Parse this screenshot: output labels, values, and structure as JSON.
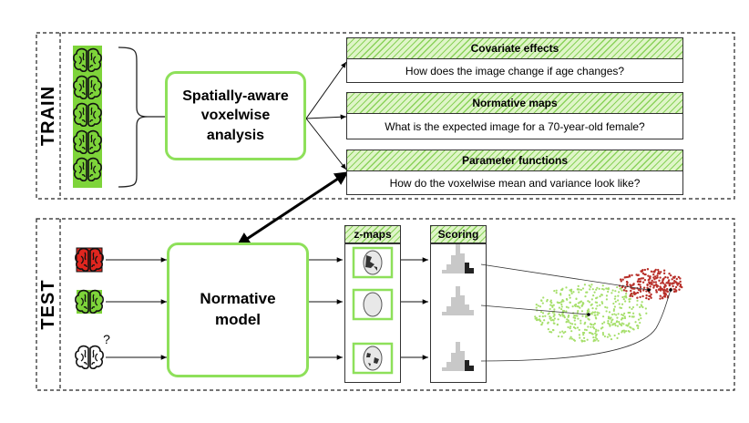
{
  "sections": {
    "train_label": "TRAIN",
    "test_label": "TEST"
  },
  "train": {
    "analysis_box": "Spatially-aware voxelwise analysis",
    "outputs": [
      {
        "title": "Covariate effects",
        "question": "How does the image change if age changes?"
      },
      {
        "title": "Normative maps",
        "question": "What is the expected image for a 70-year-old female?"
      },
      {
        "title": "Parameter functions",
        "question": "How do the voxelwise mean and variance look like?"
      }
    ]
  },
  "test": {
    "model_box": "Normative model",
    "unknown_mark": "?",
    "zmaps_header": "z-maps",
    "scoring_header": "Scoring"
  },
  "colors": {
    "accent_green": "#8ee05a",
    "abnormal_red": "#e0261f",
    "normal_cloud": "#a6df6b",
    "abnormal_cloud": "#b8302a"
  },
  "icons": [
    "brain-icon",
    "arrow-icon",
    "eye-icon",
    "histogram-icon"
  ]
}
